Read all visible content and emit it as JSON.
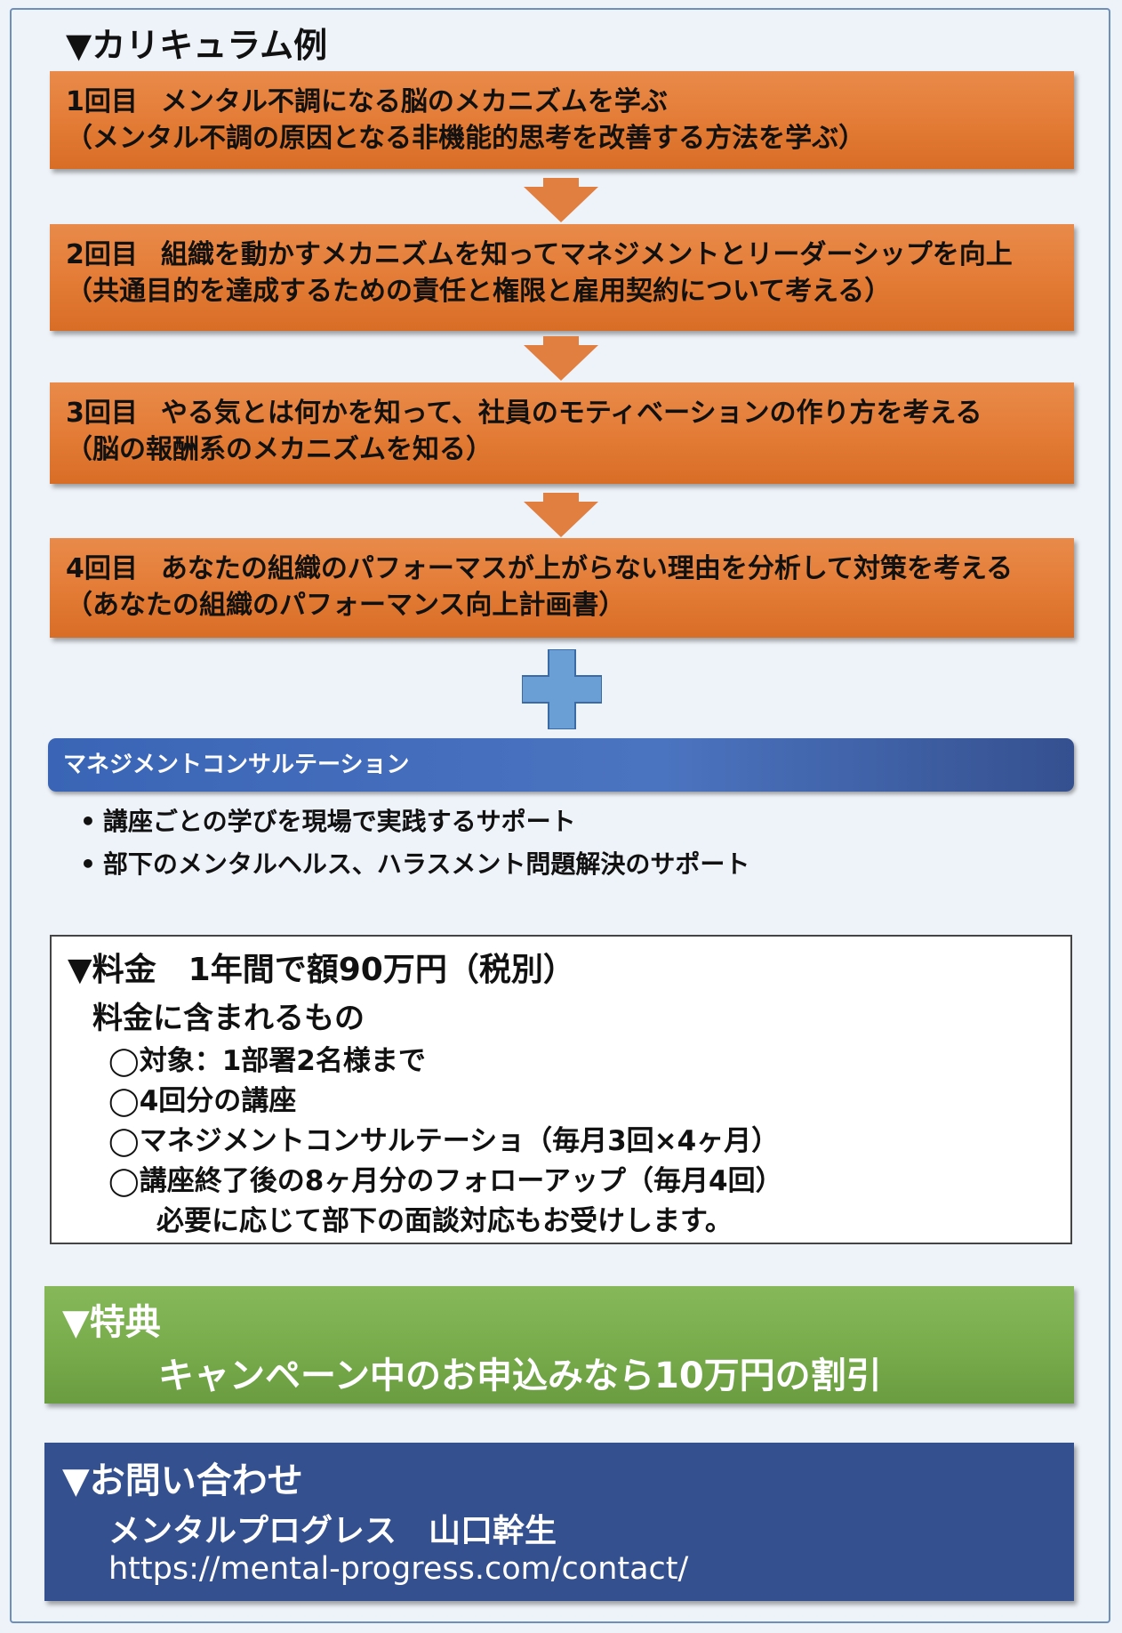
{
  "heading": "▼カリキュラム例",
  "steps": [
    {
      "num": "1回目",
      "title": "メンタル不調になる脳のメカニズムを学ぶ",
      "sub": "（メンタル不調の原因となる非機能的思考を改善する方法を学ぶ）"
    },
    {
      "num": "2回目",
      "title": "組織を動かすメカニズムを知ってマネジメントとリーダーシップを向上",
      "sub": "（共通目的を達成するための責任と権限と雇用契約について考える）"
    },
    {
      "num": "3回目",
      "title": "やる気とは何かを知って、社員のモティベーションの作り方を考える",
      "sub": "（脳の報酬系のメカニズムを知る）"
    },
    {
      "num": "4回目",
      "title": "あなたの組織のパフォーマスが上がらない理由を分析して対策を考える",
      "sub": "（あなたの組織のパフォーマンス向上計画書）"
    }
  ],
  "consulting": {
    "title": "マネジメントコンサルテーション",
    "items": [
      "講座ごとの学びを現場で実践するサポート",
      "部下のメンタルヘルス、ハラスメント問題解決のサポート"
    ]
  },
  "fee": {
    "title": "▼料金　1年間で額90万円（税別）",
    "subtitle": "料金に含まれるもの",
    "items": [
      "◯対象：1部署2名様まで",
      "◯4回分の講座",
      "◯マネジメントコンサルテーショ（毎月3回×4ヶ月）",
      "◯講座終了後の8ヶ月分のフォローアップ（毎月4回）"
    ],
    "note": "必要に応じて部下の面談対応もお受けします。"
  },
  "benefit": {
    "title": "▼特典",
    "text": "キャンペーン中のお申込みなら10万円の割引"
  },
  "contact": {
    "title": "▼お問い合わせ",
    "name": "メンタルプログレス　山口幹生",
    "url": "https://mental-progress.com/contact/"
  },
  "colors": {
    "step_orange": "#e37b35",
    "banner_blue": "#3a65b6",
    "plus_blue": "#6a9fd6",
    "benefit_green": "#79ad4c",
    "contact_navy": "#34508f"
  }
}
